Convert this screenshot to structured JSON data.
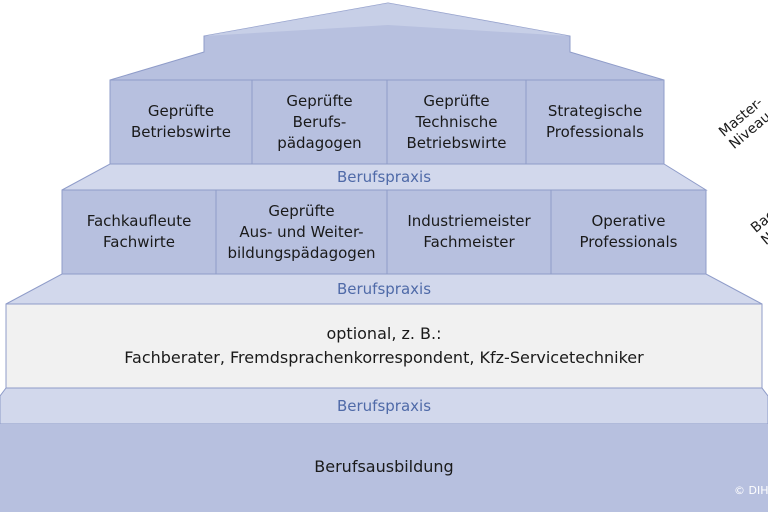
{
  "colors": {
    "block_fill": "#b7c0df",
    "block_stroke": "#8f9cc9",
    "step_fill": "#d2d8ec",
    "light_fill": "#f1f1f1",
    "accent_text": "#4f6aa8"
  },
  "top_row": [
    "Geprüfte\nBetriebswirte",
    "Geprüfte\nBerufs-\npädagogen",
    "Geprüfte\nTechnische\nBetriebswirte",
    "Strategische\nProfessionals"
  ],
  "middle_row": [
    "Fachkaufleute\nFachwirte",
    "Geprüfte\nAus- und Weiter-\nbildungspädagogen",
    "Industriemeister\nFachmeister",
    "Operative\nProfessionals"
  ],
  "praxis": [
    "Berufspraxis",
    "Berufspraxis",
    "Berufspraxis"
  ],
  "optional": "optional, z. B.:\nFachberater, Fremdsprachenkorrespondent, Kfz-Servicetechniker",
  "base": "Berufsausbildung",
  "side_labels": {
    "master": "Master-\nNiveau",
    "bachelor": "Bac\nN"
  },
  "copyright": "© DIH"
}
